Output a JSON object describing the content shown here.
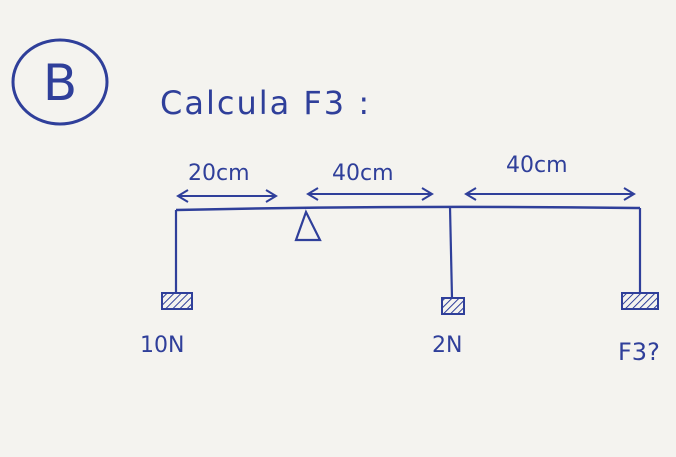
{
  "badge": {
    "letter": "B"
  },
  "title": "Calcula F3 :",
  "distances": {
    "left": "20cm",
    "middle": "40cm",
    "right": "40cm"
  },
  "weights": {
    "left": "10N",
    "middle": "2N",
    "right": "F3?"
  },
  "colors": {
    "ink": "#2f3f9a",
    "paper": "#f4f3ef"
  }
}
